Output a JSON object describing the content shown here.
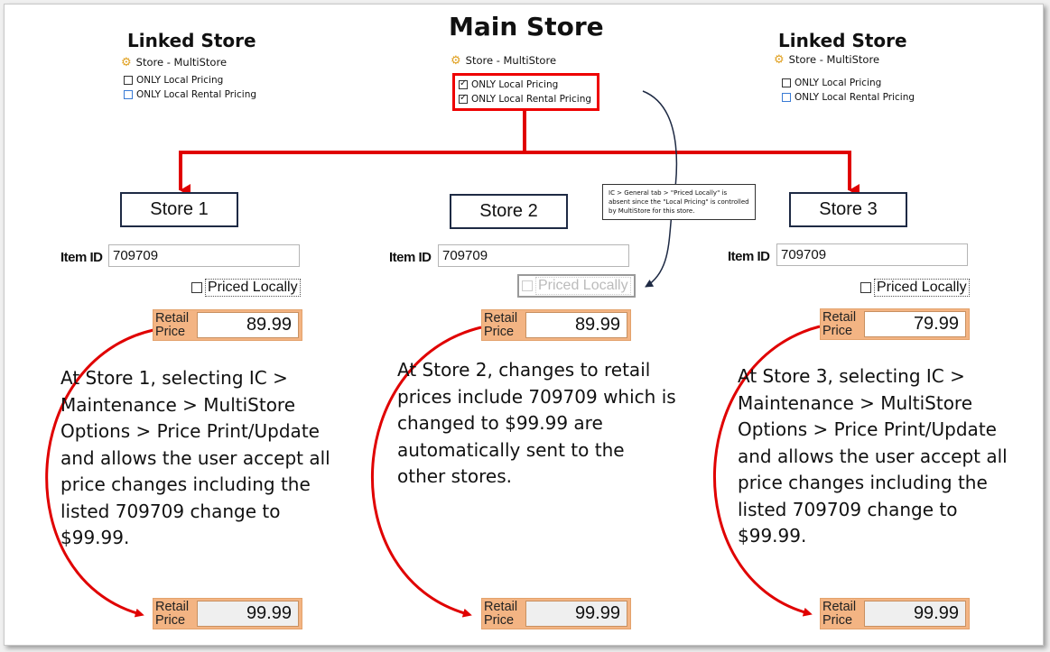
{
  "main_store": {
    "title": "Main Store",
    "multistore_label": "Store - MultiStore",
    "local_pricing_label": "ONLY Local Pricing",
    "local_rental_label": "ONLY Local Rental Pricing"
  },
  "linked_left": {
    "title": "Linked Store",
    "multistore_label": "Store - MultiStore",
    "local_pricing_label": "ONLY Local Pricing",
    "local_rental_label": "ONLY Local Rental Pricing"
  },
  "linked_right": {
    "title": "Linked Store",
    "multistore_label": "Store - MultiStore",
    "local_pricing_label": "ONLY Local Pricing",
    "local_rental_label": "ONLY Local Rental Pricing"
  },
  "note": "IC > General tab > \"Priced Locally\" is absent since the \"Local Pricing\" is controlled by MultiStore for this store.",
  "stores": [
    {
      "name": "Store 1",
      "item_id_label": "Item ID",
      "item_id": "709709",
      "priced_locally": "Priced Locally",
      "price_label_1": "Retail",
      "price_label_2": "Price",
      "price": "89.99",
      "description": "At Store 1, selecting IC > Maintenance > MultiStore Options > Price Print/Update and allows the user accept all price changes including the listed 709709 change to $99.99.",
      "new_price": "99.99"
    },
    {
      "name": "Store 2",
      "item_id_label": "Item ID",
      "item_id": "709709",
      "priced_locally": "Priced Locally",
      "price_label_1": "Retail",
      "price_label_2": "Price",
      "price": "89.99",
      "description": "At Store 2, changes to retail prices include 709709 which is changed to $99.99 are automatically sent to the other stores.",
      "new_price": "99.99"
    },
    {
      "name": "Store 3",
      "item_id_label": "Item ID",
      "item_id": "709709",
      "priced_locally": "Priced Locally",
      "price_label_1": "Retail",
      "price_label_2": "Price",
      "price": "79.99",
      "description": "At Store 3, selecting IC > Maintenance > MultiStore Options > Price Print/Update and allows the user accept all price changes including the listed 709709 change to $99.99.",
      "new_price": "99.99"
    }
  ],
  "colors": {
    "arrow_red": "#e00000",
    "note_arrow": "#1e2a44",
    "price_orange": "#f3b483"
  }
}
